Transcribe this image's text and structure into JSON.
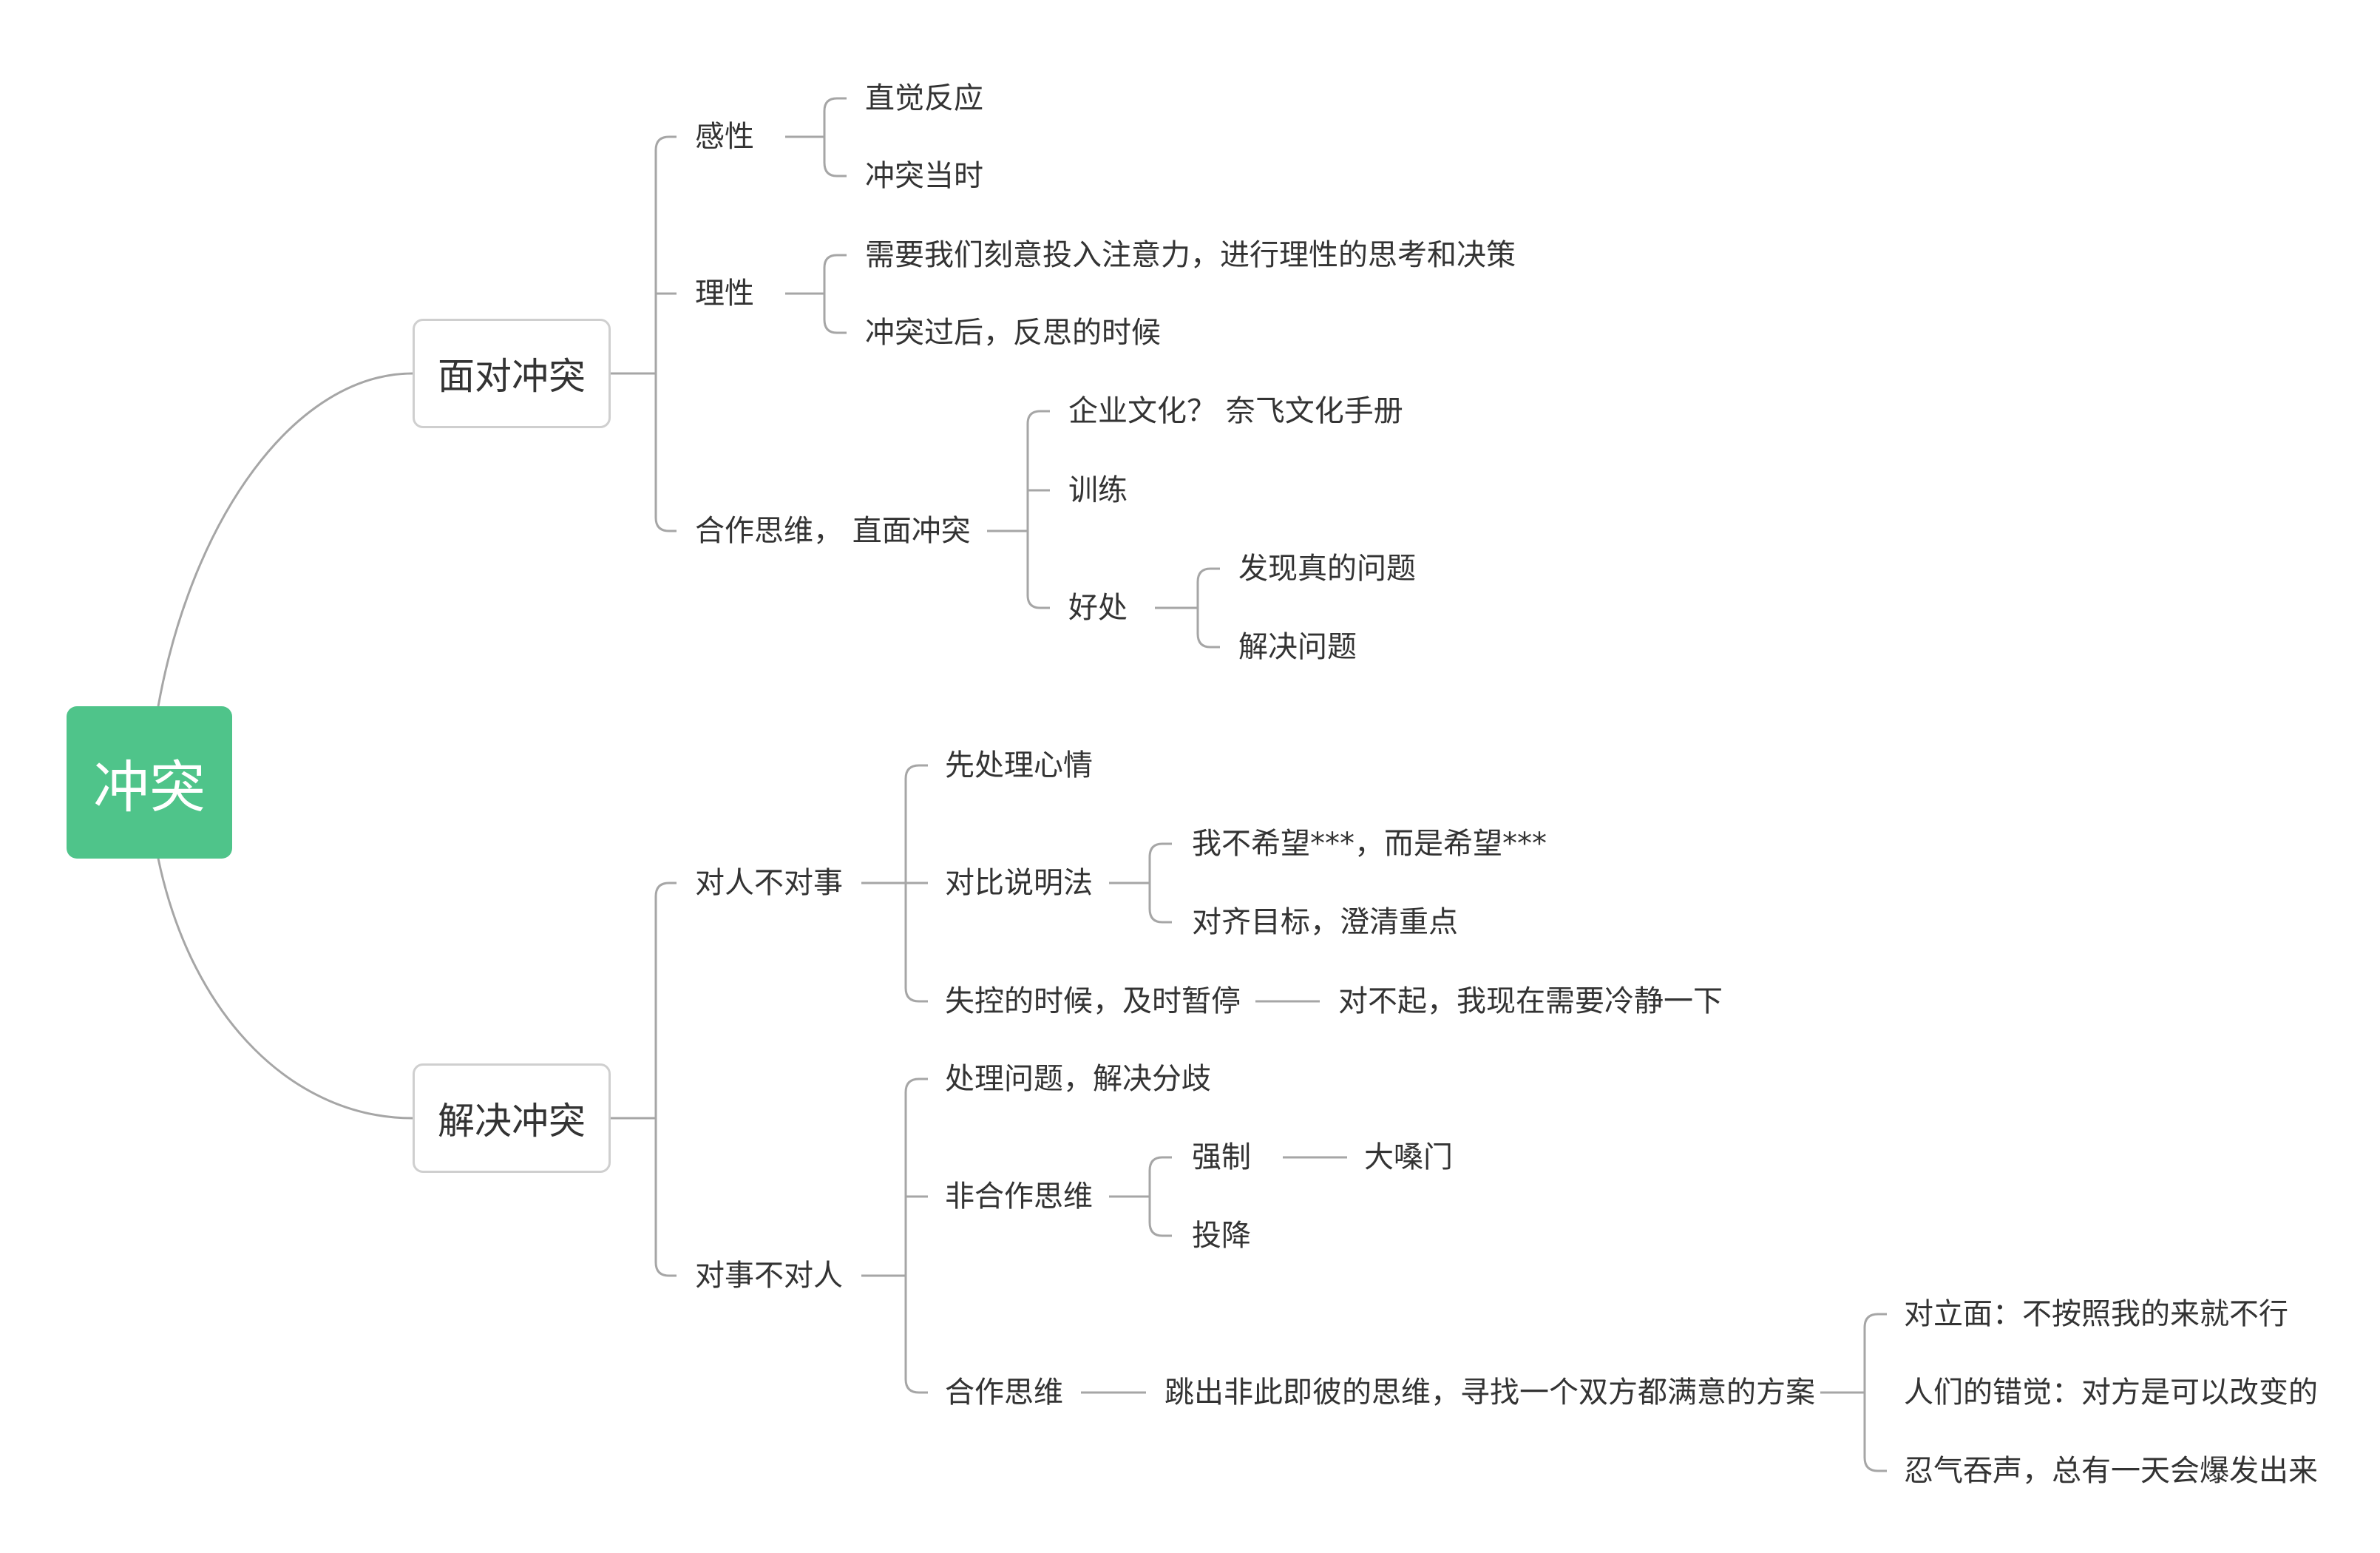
{
  "root": "冲突",
  "branches": {
    "face": {
      "label": "面对冲突",
      "emotional": {
        "label": "感性",
        "a": "直觉反应",
        "b": "冲突当时"
      },
      "rational": {
        "label": "理性",
        "a": "需要我们刻意投入注意力，进行理性的思考和决策",
        "b": "冲突过后，反思的时候"
      },
      "cooperate": {
        "label": "合作思维， 直面冲突",
        "culture": "企业文化？ 奈飞文化手册",
        "training": "训练",
        "benefit": {
          "label": "好处",
          "a": "发现真的问题",
          "b": "解决问题"
        }
      }
    },
    "solve": {
      "label": "解决冲突",
      "person": {
        "label": "对人不对事",
        "mood": "先处理心情",
        "contrast": {
          "label": "对比说明法",
          "a": "我不希望***，而是希望***",
          "b": "对齐目标，澄清重点"
        },
        "pause": {
          "label": "失控的时候，及时暂停",
          "a": "对不起，我现在需要冷静一下"
        }
      },
      "matter": {
        "label": "对事不对人",
        "handle": "处理问题，解决分歧",
        "noncoop": {
          "label": "非合作思维",
          "force": "强制",
          "force_result": "大嗓门",
          "surrender": "投降"
        },
        "coop": {
          "label": "合作思维",
          "jump": "跳出非此即彼的思维，寻找一个双方都满意的方案",
          "a": "对立面：不按照我的来就不行",
          "b": "人们的错觉：对方是可以改变的",
          "c": "忍气吞声，总有一天会爆发出来"
        }
      }
    }
  }
}
